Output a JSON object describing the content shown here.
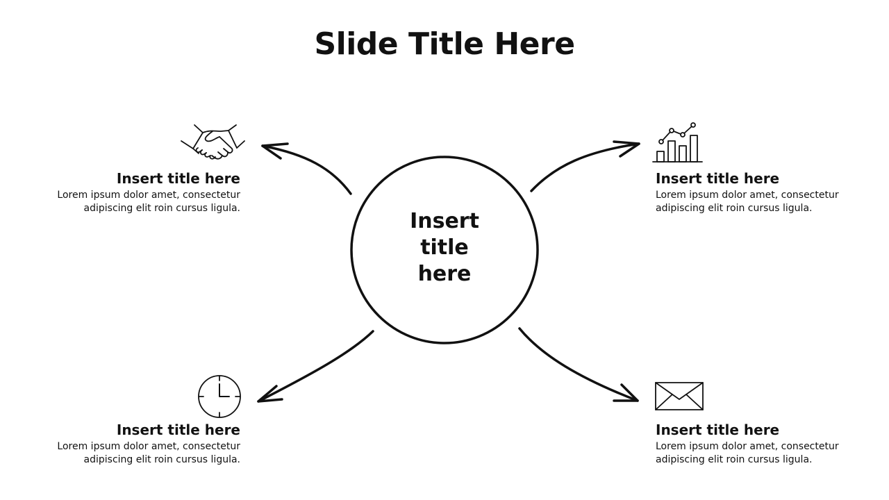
{
  "slide": {
    "title": "Slide Title Here"
  },
  "center": {
    "lines": [
      "Insert",
      "title",
      "here"
    ]
  },
  "items": [
    {
      "position": "top-left",
      "icon": "handshake-icon",
      "title": "Insert title here",
      "desc_lines": [
        "Lorem ipsum dolor amet, consectetur",
        "adipiscing elit roin cursus ligula."
      ]
    },
    {
      "position": "top-right",
      "icon": "bar-chart-trend-icon",
      "title": "Insert title here",
      "desc_lines": [
        "Lorem ipsum dolor amet, consectetur",
        "adipiscing elit roin cursus ligula."
      ]
    },
    {
      "position": "bottom-left",
      "icon": "clock-icon",
      "title": "Insert title here",
      "desc_lines": [
        "Lorem ipsum dolor amet, consectetur",
        "adipiscing elit roin cursus ligula."
      ]
    },
    {
      "position": "bottom-right",
      "icon": "envelope-icon",
      "title": "Insert title here",
      "desc_lines": [
        "Lorem ipsum dolor amet, consectetur",
        "adipiscing elit roin cursus ligula."
      ]
    }
  ],
  "colors": {
    "stroke": "#111111",
    "background": "#ffffff"
  }
}
